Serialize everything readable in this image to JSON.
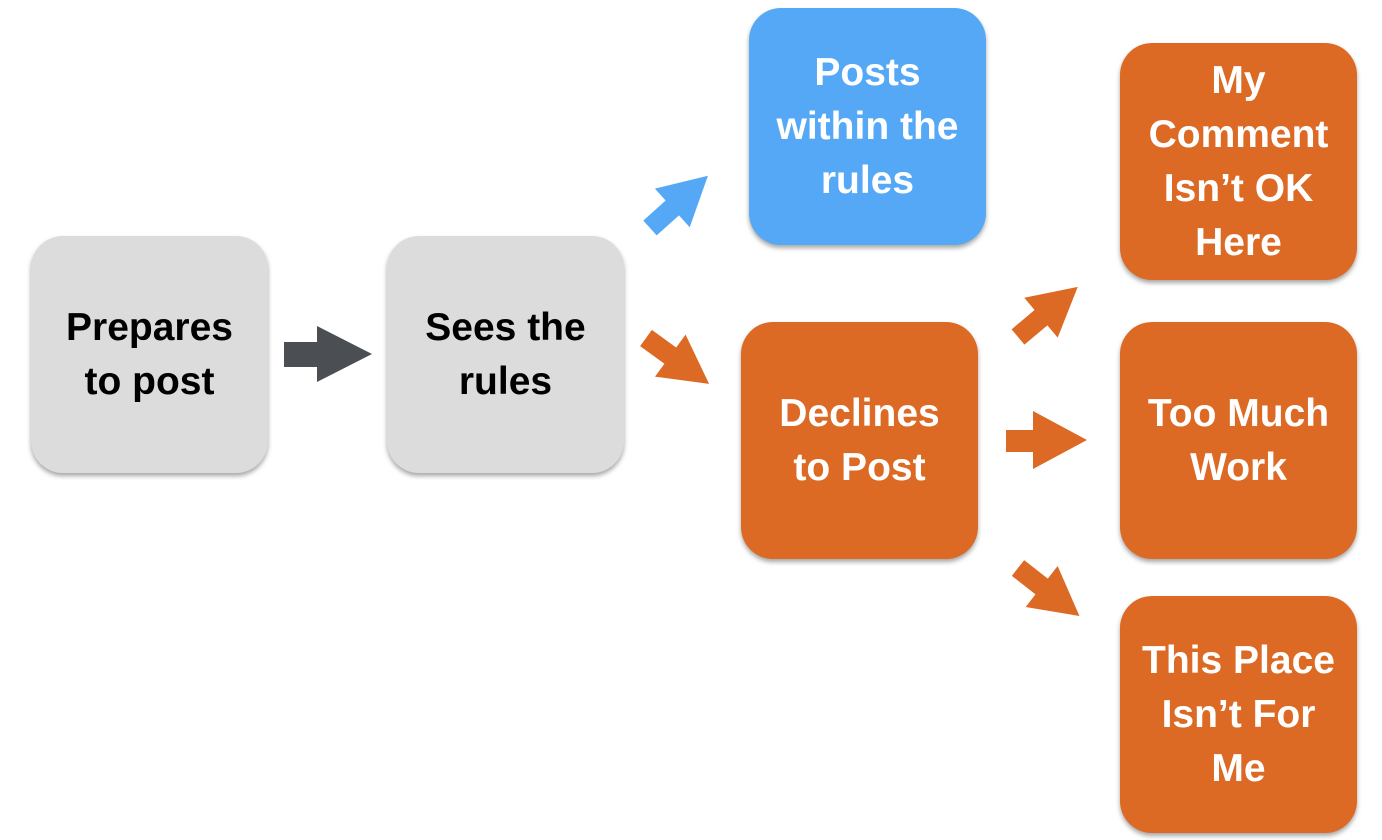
{
  "colors": {
    "gray_box": "#dcdcdd",
    "blue_box": "#55a8f5",
    "orange_box": "#dc6a24",
    "gray_arrow": "#4b4f54",
    "blue_arrow": "#55a8f5",
    "orange_arrow": "#dc6a24"
  },
  "nodes": {
    "prepares": "Prepares\nto post",
    "sees_rules": "Sees the\nrules",
    "posts_within": "Posts\nwithin the\nrules",
    "declines": "Declines\nto Post",
    "comment_not_ok": "My\nComment\nIsn’t OK\nHere",
    "too_much_work": "Too Much\nWork",
    "place_not_for_me": "This Place\nIsn’t For\nMe"
  }
}
